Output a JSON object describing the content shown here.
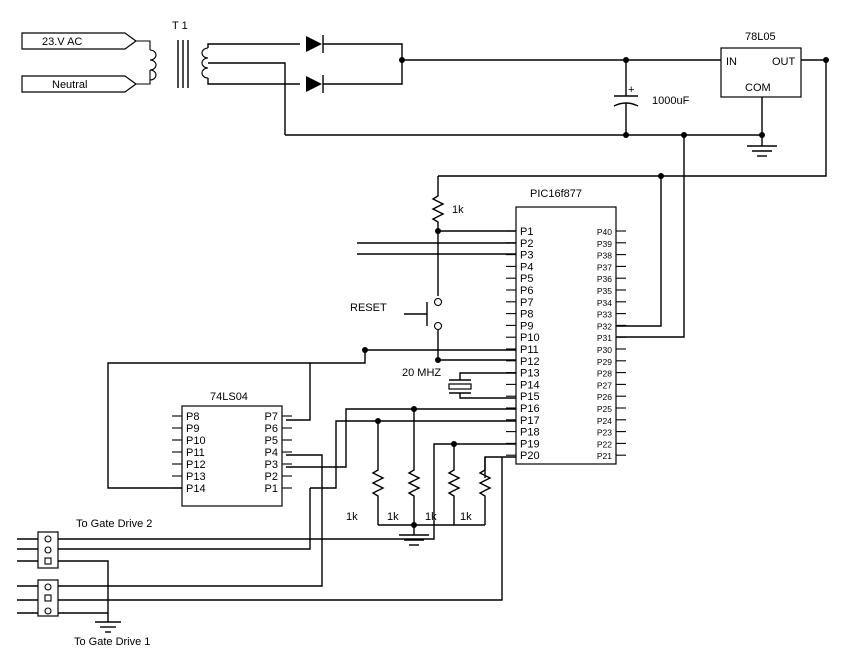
{
  "inputs": {
    "ac": "23.V  AC",
    "neutral": "Neutral"
  },
  "transformer": "T 1",
  "capacitor": "1000uF",
  "regulator": {
    "name": "78L05",
    "in": "IN",
    "out": "OUT",
    "com": "COM"
  },
  "pic": {
    "name": "PIC16f877",
    "left_pins": [
      "P1",
      "P2",
      "P3",
      "P4",
      "P5",
      "P6",
      "P7",
      "P8",
      "P9",
      "P10",
      "P11",
      "P12",
      "P13",
      "P14",
      "P15",
      "P16",
      "P17",
      "P18",
      "P19",
      "P20"
    ],
    "right_pins": [
      "P40",
      "P39",
      "P38",
      "P37",
      "P36",
      "P35",
      "P34",
      "P33",
      "P32",
      "P31",
      "P30",
      "P29",
      "P28",
      "P27",
      "P26",
      "P25",
      "P24",
      "P23",
      "P22",
      "P21"
    ]
  },
  "inverter": {
    "name": "74LS04",
    "left_pins": [
      "P8",
      "P9",
      "P10",
      "P11",
      "P12",
      "P13",
      "P14"
    ],
    "right_pins": [
      "P7",
      "P6",
      "P5",
      "P4",
      "P3",
      "P2",
      "P1"
    ]
  },
  "resistors": {
    "pullup": "1k",
    "r1": "1k",
    "r2": "1k",
    "r3": "1k",
    "r4": "1k"
  },
  "reset": "RESET",
  "crystal": "20 MHZ",
  "gate_drive_2": "To Gate Drive 2",
  "gate_drive_1": "To Gate Drive 1"
}
